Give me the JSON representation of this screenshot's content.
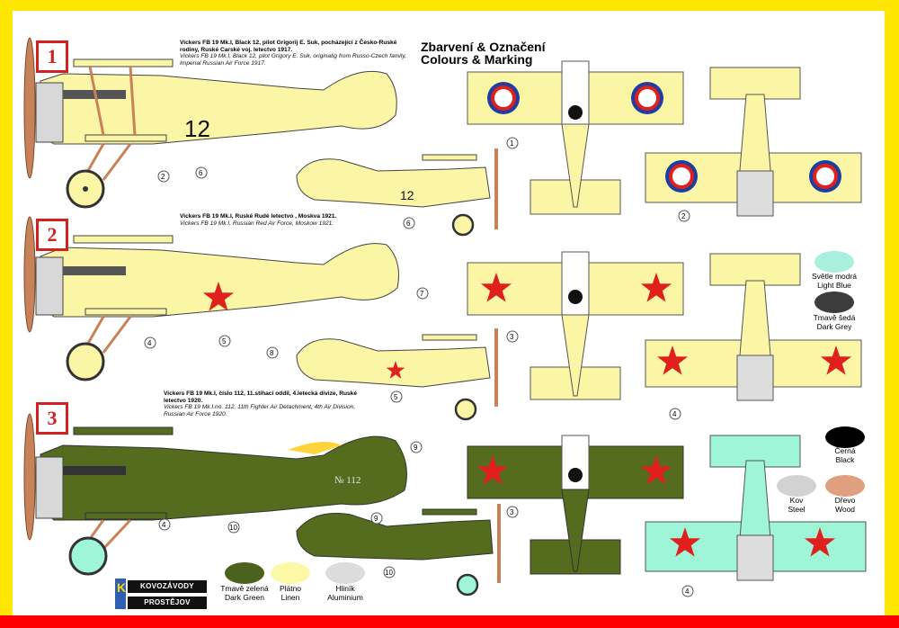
{
  "header": {
    "title_cz": "Zbarvení & Označení",
    "title_en": "Colours & Marking"
  },
  "schemes": [
    {
      "number": "1",
      "cz": "Vickers FB 19 Mk.I, Black 12, pilot Grigorij E. Suk, pocházející z Česko-Ruské rodiny, Ruské Carské voj. letectvo 1917.",
      "en": "Vickers FB 19 Mk.I, Black 12, pilot Grigory E. Suk, originatig from Russo-Czech family, Imperial Russian Air Force 1917.",
      "fuselage_code": "12",
      "small_code": "12"
    },
    {
      "number": "2",
      "cz": "Vickers FB 19 Mk.I, Ruské Rudé letectvo , Moskva 1921.",
      "en": "Vickers FB 19 Mk.I, Russian Red Air Force, Moskow 1921."
    },
    {
      "number": "3",
      "cz": "Vickers FB 19 Mk.I, číslo 112, 11.stíhací oddíl, 4.letecká divize, Ruské letectvo 1920.",
      "en": "Vickers FB 19 Mk.I.no. 112, 11th Fighter Air Detachment, 4th Air Division, Russian Air Force 1920.",
      "fuselage_code": "№ 112"
    }
  ],
  "callouts": [
    "1",
    "2",
    "2",
    "3",
    "4",
    "4",
    "4",
    "5",
    "5",
    "6",
    "6",
    "7",
    "8",
    "9",
    "9",
    "10",
    "10",
    "3",
    "4"
  ],
  "swatches": [
    {
      "cz": "Světle modrá",
      "en": "Light Blue",
      "color": "#a8f0dc"
    },
    {
      "cz": "Tmavě šedá",
      "en": "Dark Grey",
      "color": "#3c3c3c"
    },
    {
      "cz": "Černá",
      "en": "Black",
      "color": "#000000"
    },
    {
      "cz": "Kov",
      "en": "Steel",
      "color": "#d2d2d2"
    },
    {
      "cz": "Dřevo",
      "en": "Wood",
      "color": "#e0a080"
    },
    {
      "cz": "Tmavě zelená",
      "en": "Dark Green",
      "color": "#4a621c"
    },
    {
      "cz": "Plátno",
      "en": "Linen",
      "color": "#fdf8a6"
    },
    {
      "cz": "Hliník",
      "en": "Aluminium",
      "color": "#dcdcdc"
    }
  ],
  "logo": {
    "top": "KOVOZÁVODY",
    "bottom": "PROSTĚJOV",
    "letter": "K"
  },
  "colors": {
    "linen": "#fbf6a6",
    "dark_green": "#556b1e",
    "light_blue": "#9ef5d8",
    "red": "#e0201c",
    "roundel_blue": "#1c3fa0",
    "wood": "#c8825a",
    "frame_red": "#ff0000",
    "frame_yellow": "#ffe600"
  }
}
